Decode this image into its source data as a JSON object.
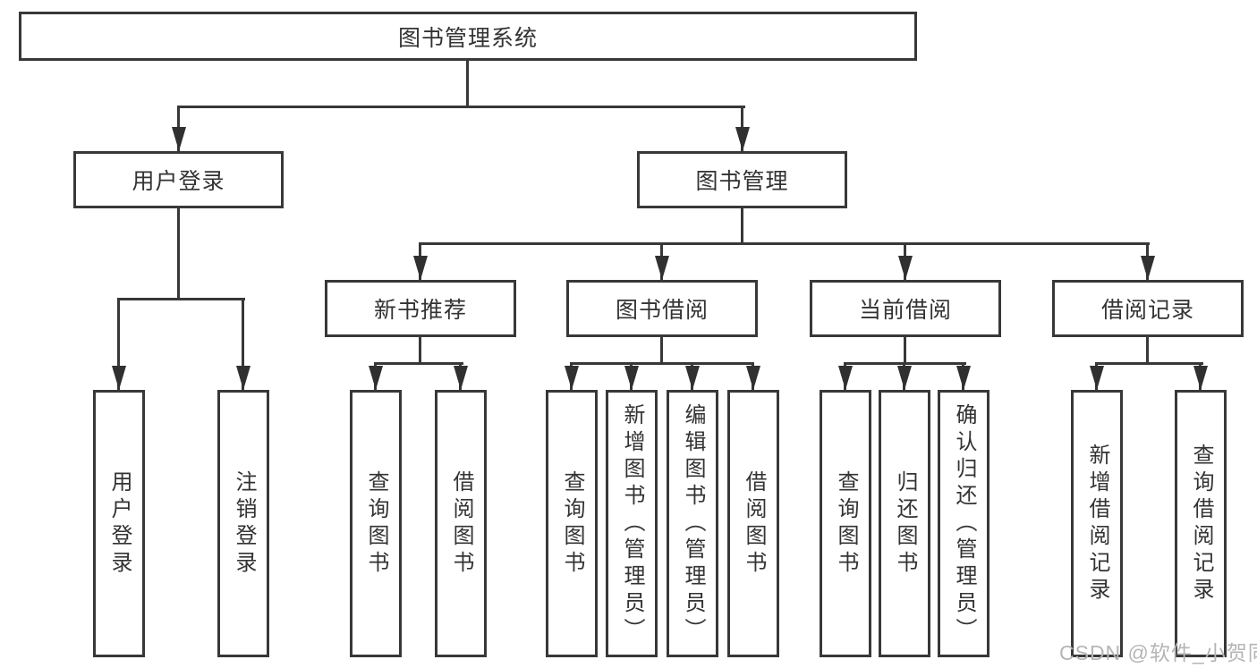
{
  "diagram": {
    "root": {
      "label": "图书管理系统"
    },
    "level2": [
      {
        "label": "用户登录"
      },
      {
        "label": "图书管理"
      }
    ],
    "level3": [
      {
        "label": "新书推荐"
      },
      {
        "label": "图书借阅"
      },
      {
        "label": "当前借阅"
      },
      {
        "label": "借阅记录"
      }
    ],
    "leaves": {
      "user": [
        "用户登录",
        "注销登录"
      ],
      "newbook": [
        "查询图书",
        "借阅图书"
      ],
      "borrow": [
        "查询图书",
        "新增图书（管理员）",
        "编辑图书（管理员）",
        "借阅图书"
      ],
      "current": [
        "查询图书",
        "归还图书",
        "确认归还（管理员）"
      ],
      "records": [
        "新增借阅记录",
        "查询借阅记录"
      ]
    }
  },
  "watermark": {
    "text": "CSDN @软件_小贺同学"
  },
  "colors": {
    "line": "#383838",
    "arrow": "#303030",
    "text": "#333333",
    "watermark": "#b5b5b5",
    "background": "#ffffff"
  }
}
